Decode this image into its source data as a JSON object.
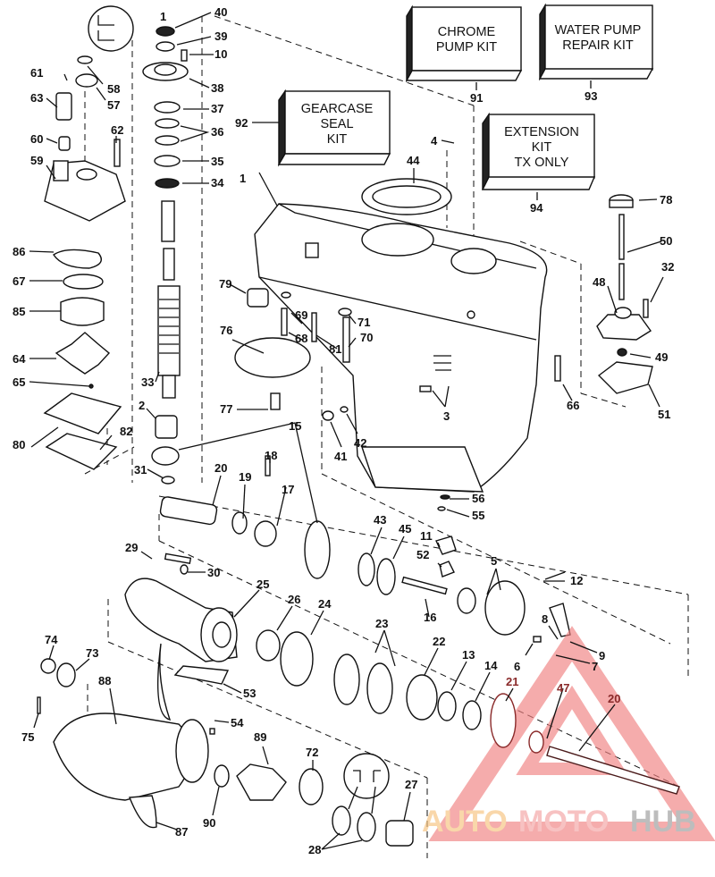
{
  "diagram": {
    "title": "Outboard Gearcase Exploded Parts Diagram",
    "kits": [
      {
        "id": "91",
        "lines": [
          "CHROME",
          "PUMP KIT"
        ]
      },
      {
        "id": "93",
        "lines": [
          "WATER PUMP",
          "REPAIR KIT"
        ]
      },
      {
        "id": "92",
        "lines": [
          "GEARCASE",
          "SEAL",
          "KIT"
        ]
      },
      {
        "id": "94",
        "lines": [
          "EXTENSION",
          "KIT",
          "TX ONLY"
        ]
      }
    ],
    "part_labels": {
      "p1a": "1",
      "p1b": "1",
      "p2": "2",
      "p3": "3",
      "p4": "4",
      "p5": "5",
      "p6": "6",
      "p7": "7",
      "p8": "8",
      "p9": "9",
      "p10": "10",
      "p11": "11",
      "p12": "12",
      "p13": "13",
      "p14": "14",
      "p15": "15",
      "p16": "16",
      "p17": "17",
      "p18": "18",
      "p19": "19",
      "p20a": "20",
      "p20b": "20",
      "p21": "21",
      "p22": "22",
      "p23": "23",
      "p24": "24",
      "p25": "25",
      "p26": "26",
      "p27": "27",
      "p28": "28",
      "p29": "29",
      "p30": "30",
      "p31": "31",
      "p32": "32",
      "p33": "33",
      "p34": "34",
      "p35": "35",
      "p36": "36",
      "p37": "37",
      "p38": "38",
      "p39": "39",
      "p40": "40",
      "p41": "41",
      "p42": "42",
      "p43": "43",
      "p44": "44",
      "p45": "45",
      "p47": "47",
      "p48": "48",
      "p49": "49",
      "p50": "50",
      "p51": "51",
      "p52": "52",
      "p53": "53",
      "p54": "54",
      "p55": "55",
      "p56": "56",
      "p57": "57",
      "p58": "58",
      "p59": "59",
      "p60": "60",
      "p61": "61",
      "p62": "62",
      "p63": "63",
      "p64": "64",
      "p65": "65",
      "p66": "66",
      "p67": "67",
      "p68": "68",
      "p69": "69",
      "p70": "70",
      "p71": "71",
      "p72": "72",
      "p73": "73",
      "p74": "74",
      "p75": "75",
      "p76": "76",
      "p77": "77",
      "p78": "78",
      "p79": "79",
      "p80": "80",
      "p81": "81",
      "p82": "82",
      "p85": "85",
      "p86": "86",
      "p87": "87",
      "p88": "88",
      "p89": "89",
      "p90": "90",
      "p91": "91",
      "p92": "92",
      "p93": "93",
      "p94": "94"
    },
    "watermark": {
      "part1": "AUTO",
      "part2": "MOTO",
      "part3": "HUB"
    },
    "colors": {
      "ink": "#111111",
      "watermark_red": "#f08080",
      "watermark_orange": "#f6c27d",
      "watermark_gray": "#9a9a9a"
    }
  }
}
